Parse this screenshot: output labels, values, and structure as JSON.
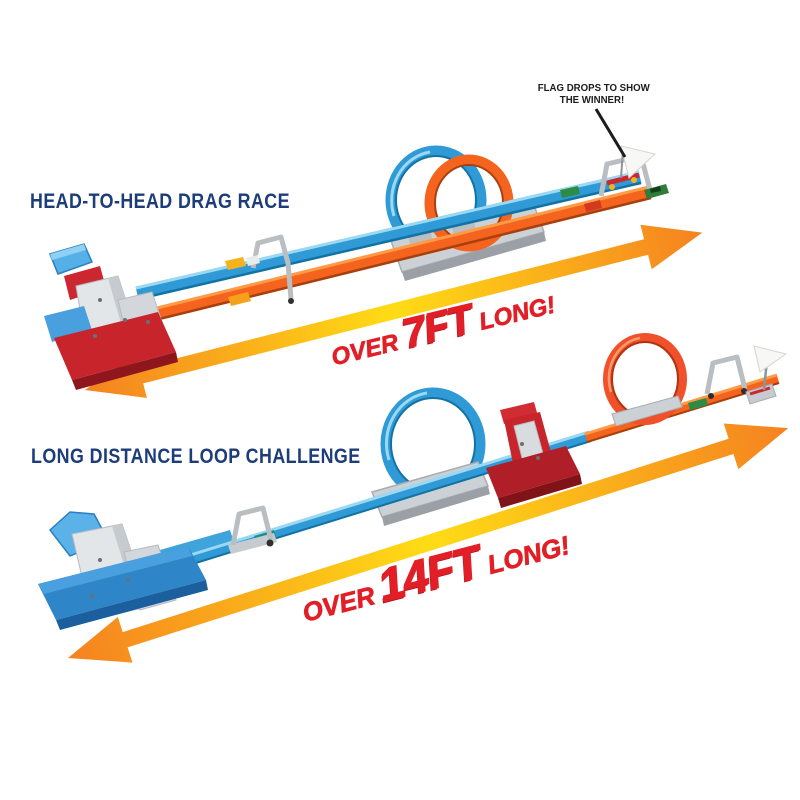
{
  "page": {
    "background": "#ffffff"
  },
  "colors": {
    "bg": "#ffffff",
    "navy": "#1c3d7a",
    "red": "#e21e26",
    "black": "#1c1c1c",
    "arrow-orange": "#f58220",
    "arrow-yellow": "#ffdc15",
    "track-blue": "#2f9ad6",
    "track-orange": "#f4641f",
    "plastic-red": "#c8242c",
    "plastic-gray": "#e3e6e8",
    "launcher-blue": "#2e86c8"
  },
  "sections": [
    {
      "id": "head-to-head-drag-race",
      "label": "HEAD-TO-HEAD DRAG RACE",
      "callout": {
        "line1": "FLAG DROPS TO SHOW",
        "line2": "THE WINNER!"
      },
      "length": {
        "prefix": "OVER",
        "value": "7FT",
        "suffix": "LONG!"
      }
    },
    {
      "id": "long-distance-loop-challenge",
      "label": "LONG DISTANCE LOOP CHALLENGE",
      "length": {
        "prefix": "OVER",
        "value": "14FT",
        "suffix": "LONG!"
      }
    }
  ],
  "icons": [
    "double-arrow-icon",
    "finish-flag-icon",
    "callout-pointer-line"
  ]
}
